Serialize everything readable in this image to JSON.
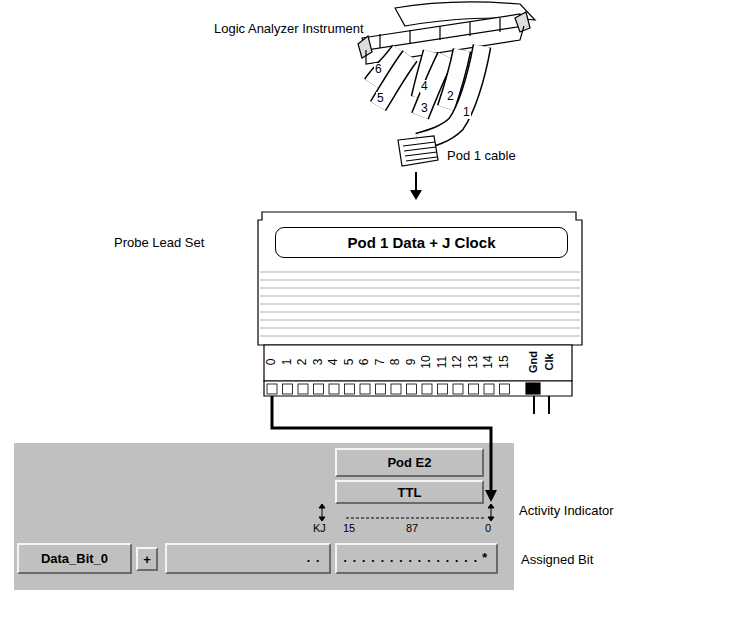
{
  "diagram": {
    "nodes": [
      {
        "text": [
          "Pod 1 Data + J Clock"
        ]
      },
      {
        "text": [
          "Pod E2"
        ]
      },
      {
        "text": [
          "TTL"
        ]
      },
      {
        "text": [
          "Data_Bit_0"
        ]
      },
      {
        "text": [
          "+"
        ]
      },
      {
        "text": [
          ".."
        ]
      },
      {
        "text": [
          "...............*"
        ]
      }
    ],
    "labels": [
      "Logic Analyzer Instrument",
      "6",
      "5",
      "4",
      "3",
      "2",
      "1",
      "Pod 1 cable",
      "Probe Lead Set",
      "0",
      "1",
      "2",
      "3",
      "4",
      "5",
      "6",
      "7",
      "8",
      "9",
      "10",
      "11",
      "12",
      "13",
      "14",
      "15",
      "Gnd",
      "Clk",
      "KJ",
      "15",
      "87",
      "0",
      "Activity Indicator",
      "Assigned Bit"
    ]
  }
}
